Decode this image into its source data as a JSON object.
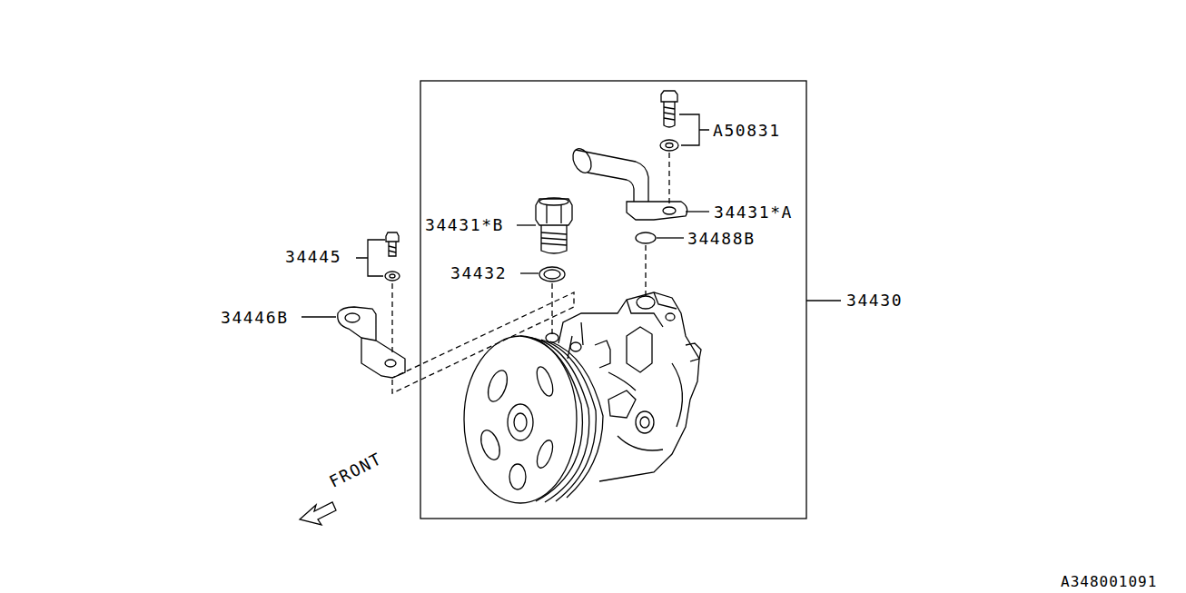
{
  "diagram": {
    "labels": [
      "A50831",
      "34431*A",
      "34488B",
      "34431*B",
      "34432",
      "34445",
      "34446B",
      "34430",
      "FRONT",
      "A348001091"
    ]
  }
}
